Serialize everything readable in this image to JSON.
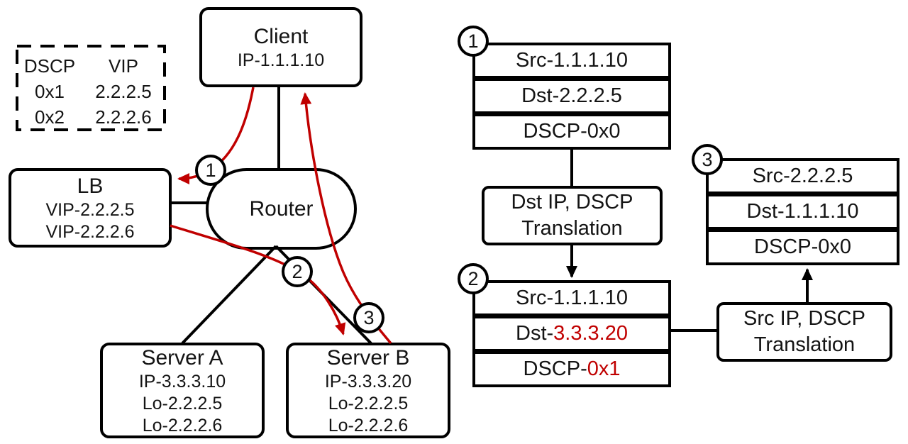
{
  "colors": {
    "line_black": "#000000",
    "accent_red": "#c00000"
  },
  "topology": {
    "dscp_vip_table": {
      "col1_header": "DSCP",
      "col2_header": "VIP",
      "rows": [
        {
          "dscp": "0x1",
          "vip": "2.2.2.5"
        },
        {
          "dscp": "0x2",
          "vip": "2.2.2.6"
        }
      ]
    },
    "client": {
      "title": "Client",
      "line1": "IP-1.1.1.10"
    },
    "lb": {
      "title": "LB",
      "line1": "VIP-2.2.2.5",
      "line2": "VIP-2.2.2.6"
    },
    "router": {
      "title": "Router"
    },
    "server_a": {
      "title": "Server A",
      "line1": "IP-3.3.3.10",
      "line2": "Lo-2.2.2.5",
      "line3": "Lo-2.2.2.6"
    },
    "server_b": {
      "title": "Server B",
      "line1": "IP-3.3.3.20",
      "line2": "Lo-2.2.2.5",
      "line3": "Lo-2.2.2.6"
    },
    "markers": {
      "m1": "1",
      "m2": "2",
      "m3": "3"
    }
  },
  "flow": {
    "packet1": {
      "badge": "1",
      "rows": [
        {
          "text": "Src-1.1.1.10",
          "red": ""
        },
        {
          "text": "Dst-2.2.2.5",
          "red": ""
        },
        {
          "text": "DSCP-0x0",
          "red": ""
        }
      ]
    },
    "packet2": {
      "badge": "2",
      "rows": [
        {
          "text": "Src-1.1.1.10",
          "red": ""
        },
        {
          "text": "Dst-",
          "red": "3.3.3.20"
        },
        {
          "text": "DSCP-",
          "red": "0x1"
        }
      ]
    },
    "packet3": {
      "badge": "3",
      "rows": [
        {
          "text": "Src-2.2.2.5",
          "red": ""
        },
        {
          "text": "Dst-1.1.1.10",
          "red": ""
        },
        {
          "text": "DSCP-0x0",
          "red": ""
        }
      ]
    },
    "dst_translation": {
      "line1": "Dst IP, DSCP",
      "line2": "Translation"
    },
    "src_translation": {
      "line1": "Src IP, DSCP",
      "line2": "Translation"
    }
  }
}
